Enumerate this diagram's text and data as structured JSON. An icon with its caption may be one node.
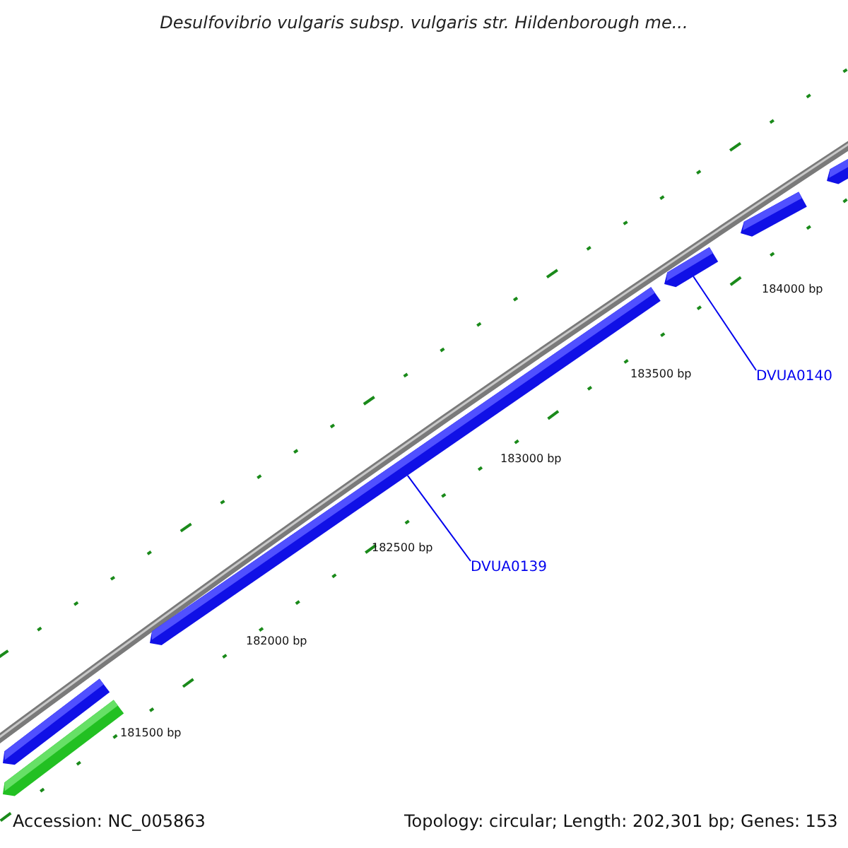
{
  "diagram": {
    "title": "Desulfovibrio vulgaris subsp. vulgaris str. Hildenborough me...",
    "nodes": [
      {
        "text": [],
        "shape": "bar"
      },
      {
        "text": [],
        "shape": "bar"
      },
      {
        "text": [],
        "shape": "bar"
      },
      {
        "text": [],
        "shape": "bar"
      },
      {
        "text": [],
        "shape": "bar"
      },
      {
        "text": [],
        "shape": "bar"
      },
      {
        "text": [
          "DVUA0139"
        ]
      },
      {
        "text": [
          "DVUA0140"
        ]
      }
    ],
    "edges": [
      {
        "from": 6,
        "to": 2,
        "arrow": "none"
      },
      {
        "from": 7,
        "to": 3,
        "arrow": "none"
      }
    ],
    "labels": [
      "184000 bp",
      "183500 bp",
      "183000 bp",
      "182500 bp",
      "182000 bp",
      "181500 bp",
      "Accession: NC_005863",
      "Topology: circular; Length: 202,301 bp; Genes: 153"
    ]
  }
}
